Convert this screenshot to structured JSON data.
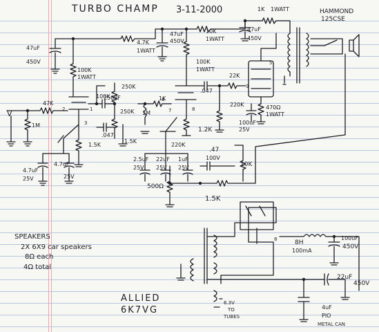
{
  "title": "TURBO CHAMP",
  "date": "3-11-2000",
  "transformer": {
    "brand": "HAMMOND",
    "model": "125CSE"
  },
  "parts": {
    "r_plate_feed": {
      "value": "4.7K",
      "rating": "1WATT"
    },
    "r_screen": {
      "value": "10K",
      "rating": "1WATT"
    },
    "r_output_dropper": {
      "value": "1K",
      "rating": "1WATT"
    },
    "c_filter_left": {
      "value": "47uF",
      "voltage": "450V"
    },
    "c_filter_mid": {
      "value": "47uF",
      "voltage": "450V"
    },
    "c_filter_right": {
      "value": "47uF",
      "voltage": "450V"
    },
    "r_plate1": {
      "value": "100K",
      "rating": "1WATT"
    },
    "r_plate2": {
      "value": "100K",
      "rating": "1WATT"
    },
    "r_grid": {
      "value": "47K"
    },
    "r_grid_leak": {
      "value": "1M"
    },
    "r_mixer": {
      "value": "1K"
    },
    "c_bright": {
      "value": "250PF"
    },
    "r_tone1": {
      "value": "100K"
    },
    "r_tone2": {
      "value": "250K"
    },
    "r_tone3": {
      "value": "250K"
    },
    "c_tone": {
      "value": ".047"
    },
    "r_cathode1": {
      "value": "1.5K"
    },
    "r_cathode2": {
      "value": "1.5K"
    },
    "r_bleed": {
      "value": "1M"
    },
    "c_coupling": {
      "value": ".047"
    },
    "r_grid_out": {
      "value": "220K"
    },
    "r_grid_stop": {
      "value": "22K"
    },
    "r_output_grid": {
      "value": "470Ω"
    },
    "r_output_rating": {
      "value": "1WATT"
    },
    "r_out_cathode": {
      "value": "1.2K"
    },
    "r_out_bypass": {
      "value": "220K"
    },
    "c_bypass1": {
      "value": "4.7uF",
      "voltage": "25V"
    },
    "c_bypass2": {
      "value": "4.7uF",
      "voltage": "25V"
    },
    "c_bypass3": {
      "value": "2.5uF",
      "voltage": "25V"
    },
    "c_bypass4": {
      "value": "22uF",
      "voltage": "25V"
    },
    "c_bypass5": {
      "value": "1uF",
      "voltage": "25V"
    },
    "c_out_bypass": {
      "value": "100uF",
      "voltage": "25V"
    },
    "c_feedback": {
      "value": ".47",
      "voltage": "100V"
    },
    "r_volume": {
      "value": "10K"
    },
    "r_pot": {
      "value": "500Ω"
    },
    "r_neg_fb": {
      "value": "1.5K"
    },
    "choke": {
      "value": "8H",
      "current": "100mA"
    },
    "c_power1": {
      "value": "100uF",
      "voltage": "450V"
    },
    "c_power2": {
      "value": "22uF",
      "voltage": "450V"
    },
    "c_power3": {
      "value": "4uF",
      "note": "PIO",
      "type": "METAL CAN"
    },
    "heater": {
      "value": "6.3V",
      "note": "TO",
      "target": "TUBES"
    }
  },
  "speakers": {
    "heading": "SPEAKERS",
    "line1": "2X 6X9 car speakers",
    "line2": "8Ω each",
    "line3": "4Ω total"
  },
  "power_transformer": {
    "brand": "ALLIED",
    "model": "6K7VG"
  },
  "pin_labels": [
    "2",
    "3",
    "1",
    "6",
    "7",
    "8",
    "3",
    "5",
    "8"
  ],
  "input_label": "V"
}
